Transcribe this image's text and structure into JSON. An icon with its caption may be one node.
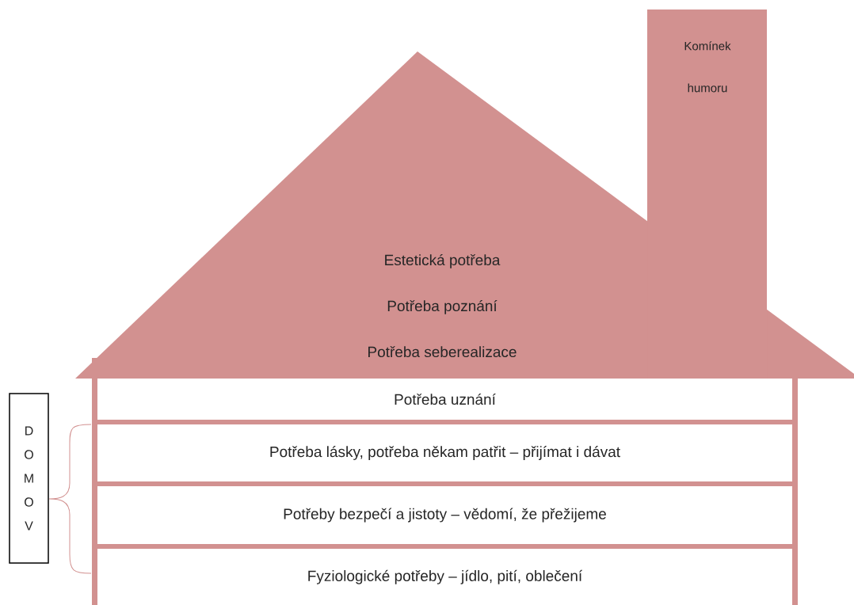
{
  "diagram": {
    "nodes": [
      {
        "text": [
          "Estetická potřeba",
          "Potřeba poznání",
          "Potřeba seberealizace"
        ]
      },
      {
        "text": [
          "Komínek humoru"
        ]
      },
      {
        "text": [
          "Potřeba uznání"
        ]
      },
      {
        "text": [
          "Potřeba lásky, potřeba někam patřit – přijímat i dávat"
        ]
      },
      {
        "text": [
          "Potřeby bezpečí a jistoty – vědomí, že přežijeme"
        ]
      },
      {
        "text": [
          "Fyziologické potřeby – jídlo, pití, oblečení"
        ]
      },
      {
        "text": [
          "D O M O V"
        ]
      }
    ]
  }
}
